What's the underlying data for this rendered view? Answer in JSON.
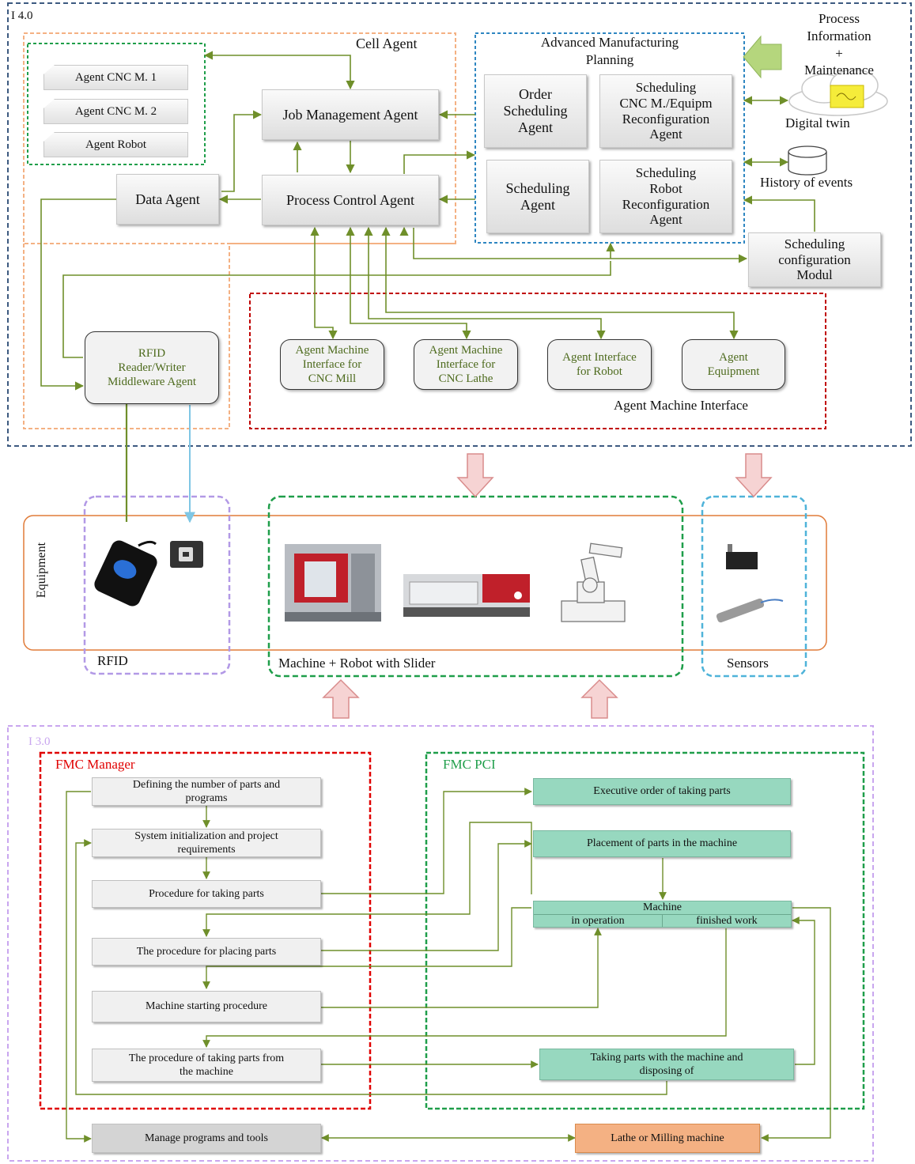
{
  "i40": {
    "label": "I 4.0",
    "cell_agent": "Cell Agent",
    "agents_list": [
      "Agent CNC M. 1",
      "Agent CNC M. 2",
      "Agent Robot"
    ],
    "job_management": "Job Management Agent",
    "process_control": "Process Control Agent",
    "data_agent": "Data Agent",
    "rfid_agent": [
      "RFID",
      "Reader/Writer",
      "Middleware Agent"
    ],
    "amp_title": [
      "Advanced Manufacturing",
      "Planning"
    ],
    "order_scheduling": [
      "Order",
      "Scheduling",
      "Agent"
    ],
    "sched_cnc": [
      "Scheduling",
      "CNC M./Equipm",
      "Reconfiguration",
      "Agent"
    ],
    "scheduling_agent": [
      "Scheduling",
      "Agent"
    ],
    "sched_robot": [
      "Scheduling",
      "Robot",
      "Reconfiguration",
      "Agent"
    ],
    "process_info": [
      "Process",
      "Information",
      "+",
      "Maintenance"
    ],
    "digital_twin": "Digital twin",
    "history": "History of events",
    "sched_config": [
      "Scheduling",
      "configuration",
      "Modul"
    ],
    "ami_title": "Agent Machine Interface",
    "ami_boxes": [
      [
        "Agent Machine",
        "Interface for",
        "CNC Mill"
      ],
      [
        "Agent Machine",
        "Interface for",
        "CNC Lathe"
      ],
      [
        "Agent Interface",
        "for Robot"
      ],
      [
        "Agent",
        "Equipment"
      ]
    ]
  },
  "equipment": {
    "label": "Equipment",
    "rfid": "RFID",
    "machine_robot": "Machine + Robot with Slider",
    "sensors": "Sensors"
  },
  "i30": {
    "label": "I 3.0",
    "fmc_manager": "FMC Manager",
    "fmc_pci": "FMC PCI",
    "manager_steps": [
      [
        "Defining the number of parts and",
        "programs"
      ],
      [
        "System initialization and project",
        "requirements"
      ],
      [
        "Procedure for taking parts"
      ],
      [
        "The procedure for placing parts"
      ],
      [
        "Machine starting procedure"
      ],
      [
        "The procedure of taking parts from",
        "the machine"
      ]
    ],
    "pci_steps": {
      "executive_order": "Executive order of taking parts",
      "placement": "Placement of parts in the machine",
      "machine": "Machine",
      "in_operation": "in operation",
      "finished": "finished work",
      "taking_parts": [
        "Taking parts with the machine and",
        "disposing of"
      ]
    },
    "manage_programs": "Manage programs and tools",
    "lathe_milling": "Lathe or Milling machine"
  },
  "colors": {
    "arrow_green": "#6f8f2a",
    "frame_blue": "#3d5a80",
    "frame_orange": "#f4b183",
    "frame_green": "#1f9e4a",
    "frame_blue_light": "#2e86c1",
    "frame_red": "#c00000",
    "frame_purple": "#b299e6",
    "teal_box": "#97d8bf",
    "orange_box": "#f4b183"
  }
}
